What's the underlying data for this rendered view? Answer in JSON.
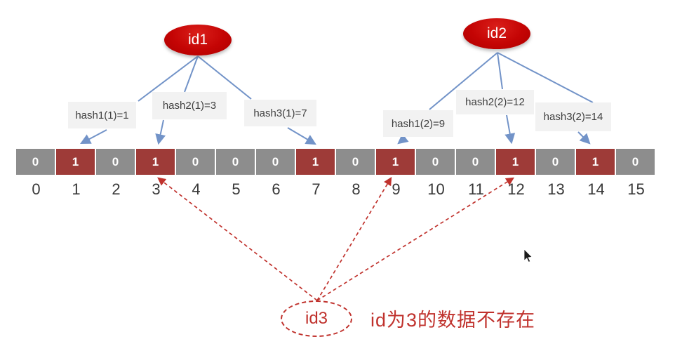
{
  "diagram": {
    "nodes": [
      {
        "label": "id1"
      },
      {
        "label": "id2"
      },
      {
        "label": "id3"
      }
    ],
    "hash_labels": [
      {
        "text": "hash1(1)=1"
      },
      {
        "text": "hash2(1)=3"
      },
      {
        "text": "hash3(1)=7"
      },
      {
        "text": "hash1(2)=9"
      },
      {
        "text": "hash2(2)=12"
      },
      {
        "text": "hash3(2)=14"
      }
    ],
    "bit_array": {
      "values": [
        0,
        1,
        0,
        1,
        0,
        0,
        0,
        1,
        0,
        1,
        0,
        0,
        1,
        0,
        1,
        0
      ],
      "indices": [
        "0",
        "1",
        "2",
        "3",
        "4",
        "5",
        "6",
        "7",
        "8",
        "9",
        "10",
        "11",
        "12",
        "13",
        "14",
        "15"
      ]
    },
    "annotation": "id为3的数据不存在",
    "colors": {
      "node_fill": "#c00000",
      "bit_on": "#9e3b38",
      "bit_off": "#8d8d8d",
      "solid_arrow": "#7293c8",
      "dashed_arrow": "#c0322d",
      "label_bg": "#f2f2f2"
    }
  }
}
